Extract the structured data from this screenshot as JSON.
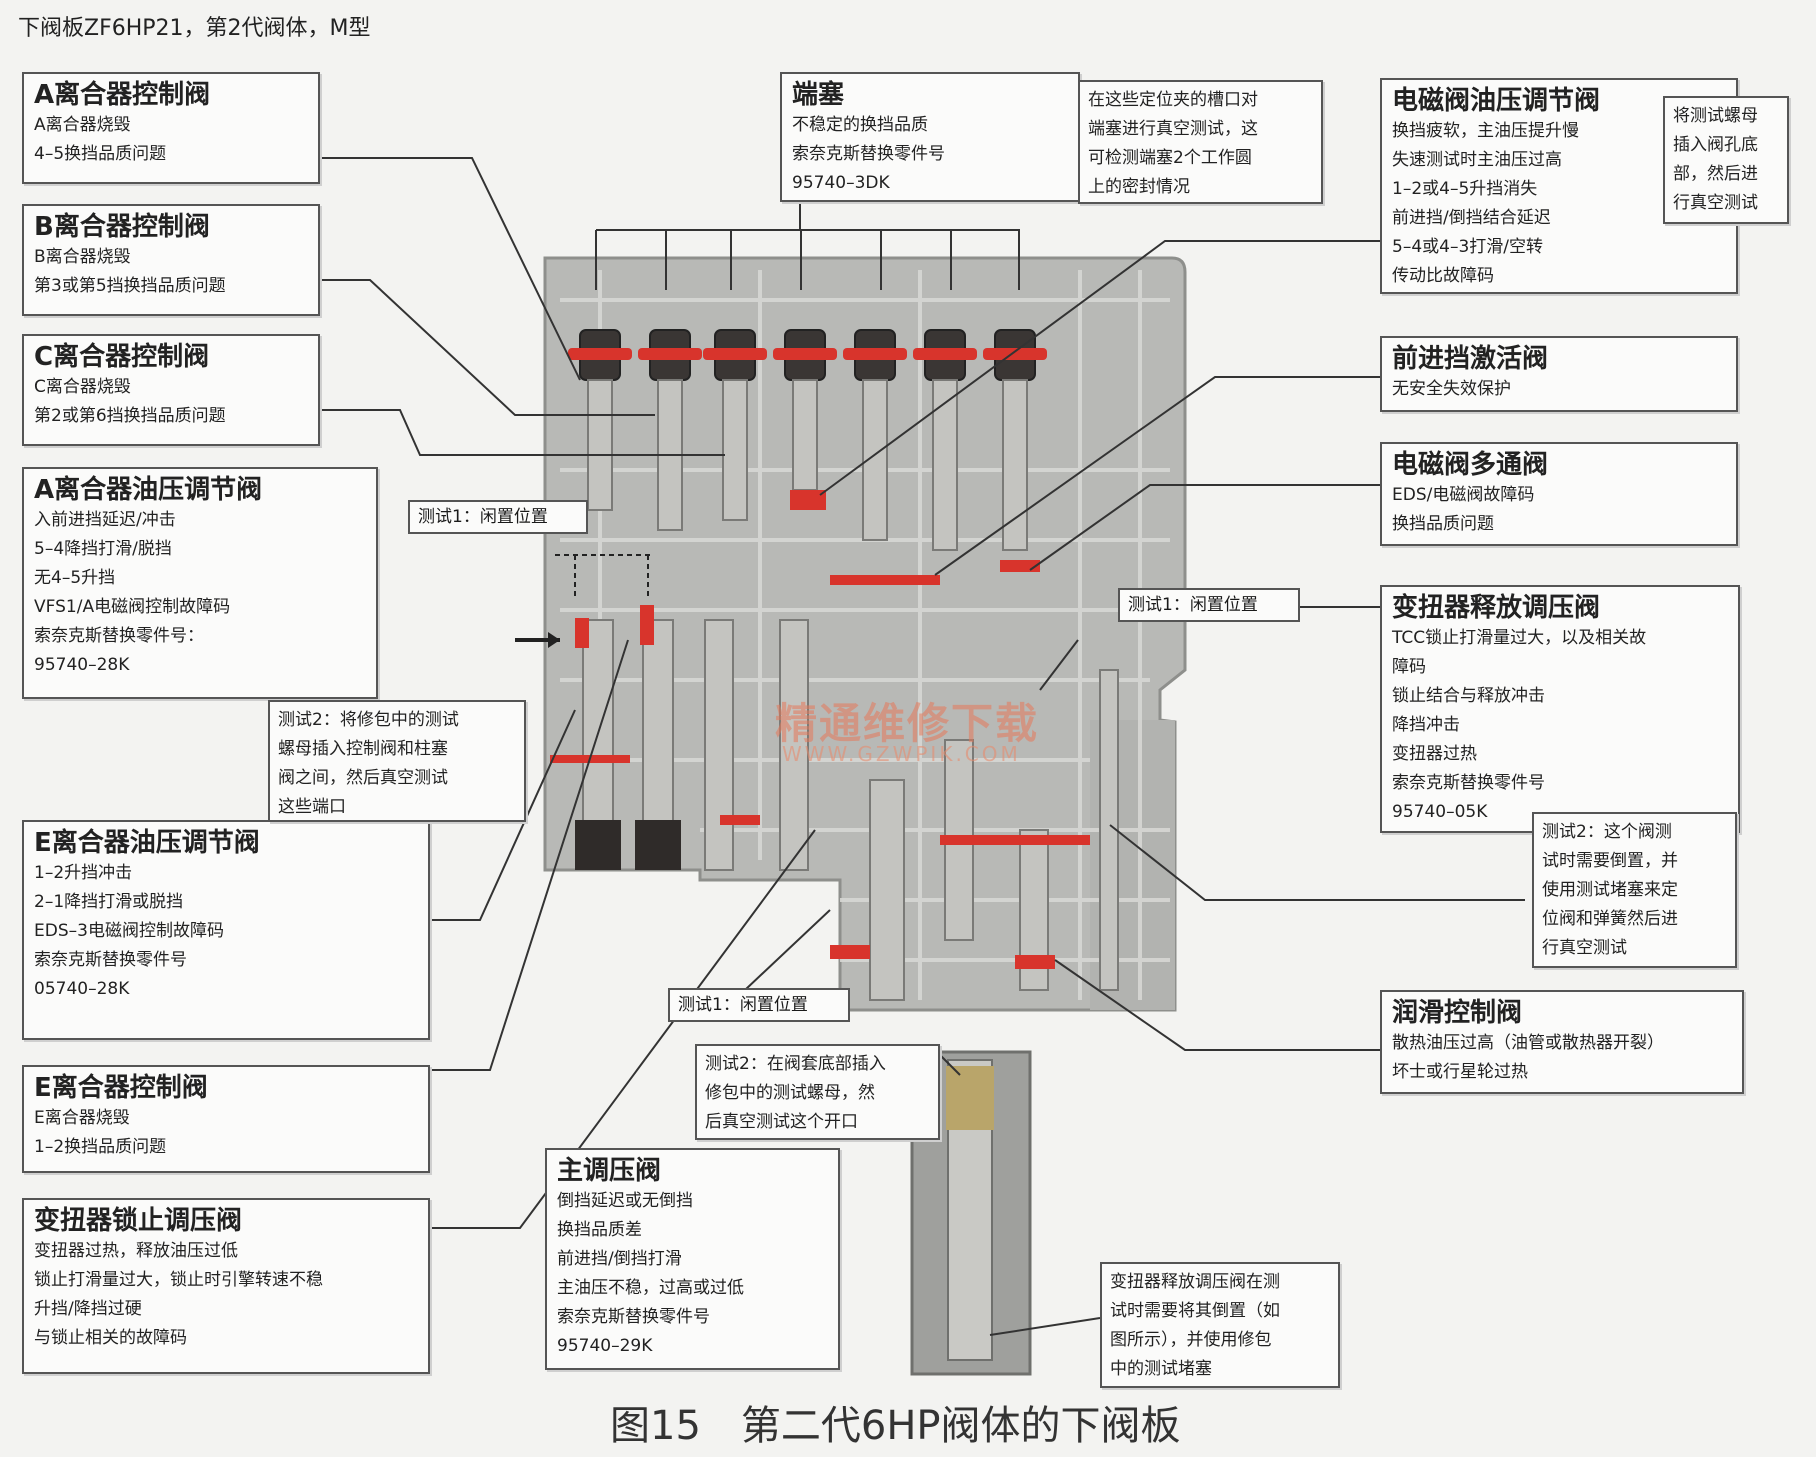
{
  "header": "下阀板ZF6HP21，第2代阀体，M型",
  "caption": "图15　第二代6HP阀体的下阀板",
  "watermark": {
    "main": "精通维修下载",
    "sub": "WWW.GZWPIK.COM"
  },
  "colors": {
    "plate": "#b8b9b6",
    "plate_dark": "#8e8f8c",
    "seal_red": "#d8342c",
    "box_border": "#555555",
    "leader": "#333333"
  },
  "callouts": {
    "a_clutch_control": {
      "title": "A离合器控制阀",
      "lines": [
        "A离合器烧毁",
        "4–5换挡品质问题"
      ]
    },
    "b_clutch_control": {
      "title": "B离合器控制阀",
      "lines": [
        "B离合器烧毁",
        "第3或第5挡换挡品质问题"
      ]
    },
    "c_clutch_control": {
      "title": "C离合器控制阀",
      "lines": [
        "C离合器烧毁",
        "第2或第6挡换挡品质问题"
      ]
    },
    "a_clutch_pressure": {
      "title": "A离合器油压调节阀",
      "lines": [
        "入前进挡延迟/冲击",
        "5–4降挡打滑/脱挡",
        "无4–5升挡",
        "VFS1/A电磁阀控制故障码",
        "索奈克斯替换零件号：",
        "95740–28K"
      ]
    },
    "e_clutch_pressure": {
      "title": "E离合器油压调节阀",
      "lines": [
        "1–2升挡冲击",
        "2–1降挡打滑或脱挡",
        "EDS–3电磁阀控制故障码",
        "",
        "索奈克斯替换零件号",
        "05740–28K"
      ]
    },
    "e_clutch_control": {
      "title": "E离合器控制阀",
      "lines": [
        "E离合器烧毁",
        "1–2换挡品质问题"
      ]
    },
    "converter_lockup": {
      "title": "变扭器锁止调压阀",
      "lines": [
        "变扭器过热，释放油压过低",
        "锁止打滑量过大，锁止时引擎转速不稳",
        "升挡/降挡过硬",
        "与锁止相关的故障码"
      ]
    },
    "end_plug": {
      "title": "端塞",
      "lines": [
        "不稳定的换挡品质",
        "索奈克斯替换零件号",
        "95740–3DK"
      ]
    },
    "solenoid_pressure": {
      "title": "电磁阀油压调节阀",
      "lines": [
        "换挡疲软，主油压提升慢",
        "失速测试时主油压过高",
        "1–2或4–5升挡消失",
        "前进挡/倒挡结合延迟",
        "5–4或4–3打滑/空转",
        "传动比故障码"
      ]
    },
    "forward_activation": {
      "title": "前进挡激活阀",
      "lines": [
        "无安全失效保护"
      ]
    },
    "solenoid_multiplex": {
      "title": "电磁阀多通阀",
      "lines": [
        "EDS/电磁阀故障码",
        "换挡品质问题"
      ]
    },
    "converter_release": {
      "title": "变扭器释放调压阀",
      "lines": [
        "TCC锁止打滑量过大，以及相关故",
        "障码",
        "锁止结合与释放冲击",
        "降挡冲击",
        "变扭器过热",
        "索奈克斯替换零件号",
        "95740–05K"
      ]
    },
    "lube_control": {
      "title": "润滑控制阀",
      "lines": [
        "散热油压过高（油管或散热器开裂）",
        "坏士或行星轮过热"
      ]
    },
    "main_regulator": {
      "title": "主调压阀",
      "lines": [
        "倒挡延迟或无倒挡",
        "换挡品质差",
        "前进挡/倒挡打滑",
        "主油压不稳，过高或过低",
        "索奈克斯替换零件号",
        "95740–29K"
      ]
    }
  },
  "notes": {
    "end_plug_note": [
      "在这些定位夹的槽口对",
      "端塞进行真空测试，这",
      "可检测端塞2个工作圆",
      "上的密封情况"
    ],
    "solenoid_note": [
      "将测试螺母",
      "插入阀孔底",
      "部，然后进",
      "行真空测试"
    ],
    "test2_left": [
      "测试2：将修包中的测试",
      "螺母插入控制阀和柱塞",
      "阀之间，然后真空测试",
      "这些端口"
    ],
    "test2_right": [
      "测试2：这个阀测",
      "试时需要倒置，并",
      "使用测试堵塞来定",
      "位阀和弹簧然后进",
      "行真空测试"
    ],
    "test2_bottom": [
      "测试2：在阀套底部插入",
      "修包中的测试螺母，然",
      "后真空测试这个开口"
    ],
    "converter_release_note": [
      "变扭器释放调压阀在测",
      "试时需要将其倒置（如",
      "图所示），并使用修包",
      "中的测试堵塞"
    ]
  },
  "tags": {
    "test1_left": "测试1：闲置位置",
    "test1_right": "测试1：闲置位置",
    "test1_bottom": "测试1：闲置位置"
  }
}
